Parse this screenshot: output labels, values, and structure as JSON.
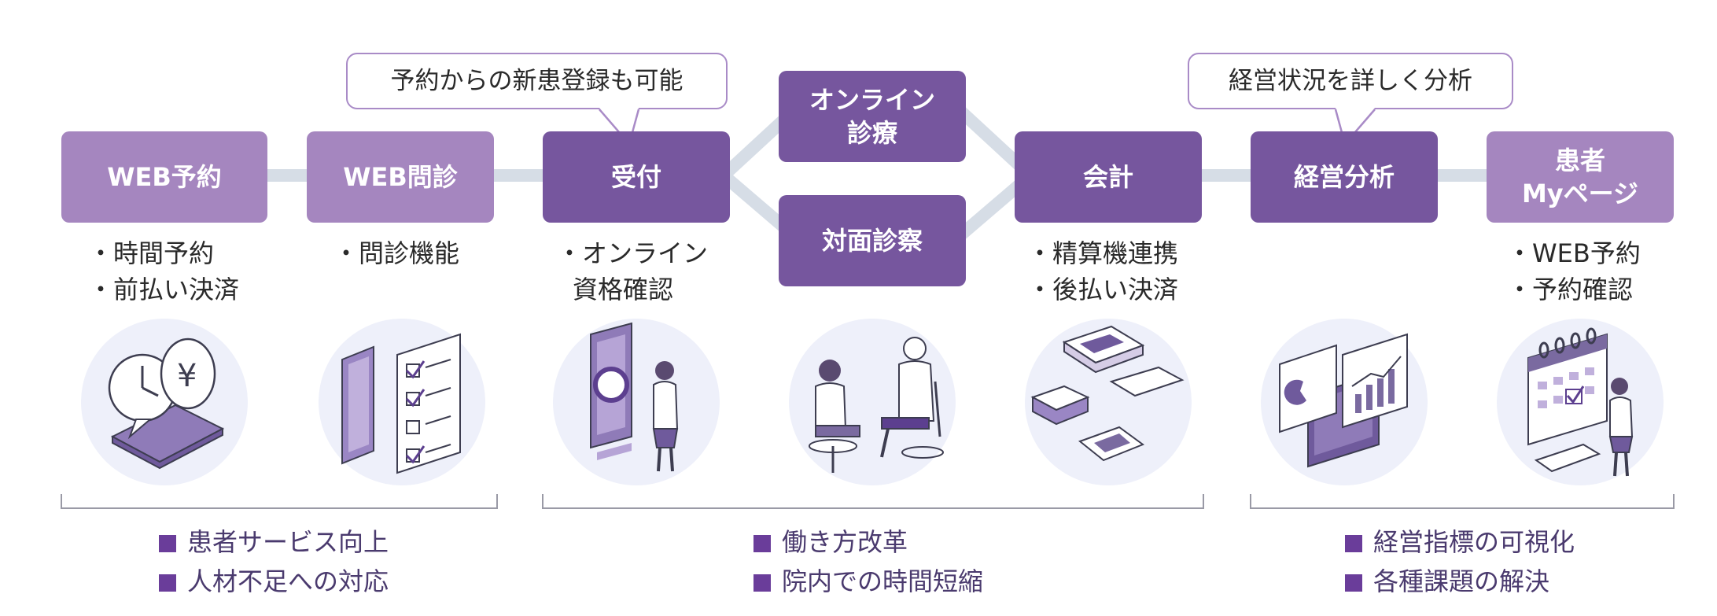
{
  "callouts": {
    "reception_note": "予約からの新患登録も可能",
    "analysis_note": "経営状況を詳しく分析"
  },
  "steps": {
    "web_reservation": "WEB予約",
    "web_questionnaire": "WEB問診",
    "reception": "受付",
    "online_consult": "オンライン\n診療",
    "in_person_consult": "対面診察",
    "payment": "会計",
    "management_analysis": "経営分析",
    "patient_mypage": "患者\nMyページ"
  },
  "features": {
    "web_reservation": [
      "・時間予約",
      "・前払い決済"
    ],
    "web_questionnaire": [
      "・問診機能"
    ],
    "reception": [
      "・オンライン",
      "資格確認"
    ],
    "payment": [
      "・精算機連携",
      "・後払い決済"
    ],
    "patient_mypage": [
      "・WEB予約",
      "・予約確認"
    ]
  },
  "benefits": {
    "left": [
      "患者サービス向上",
      "人材不足への対応"
    ],
    "center": [
      "働き方改革",
      "院内での時間短縮"
    ],
    "right": [
      "経営指標の可視化",
      "各種課題の解決"
    ]
  },
  "icons": [
    "clock-yen-phone-icon",
    "tablet-checklist-icon",
    "reception-tablet-person-icon",
    "consultation-doctor-patient-icon",
    "payment-terminal-cards-icon",
    "analytics-monitor-icon",
    "calendar-phone-person-icon"
  ],
  "colors": {
    "light_step": "#a586bf",
    "dark_step": "#76569e",
    "connector": "#d6dde6",
    "circle_bg": "#eef0fa",
    "benefit_square": "#6a3d9a"
  }
}
